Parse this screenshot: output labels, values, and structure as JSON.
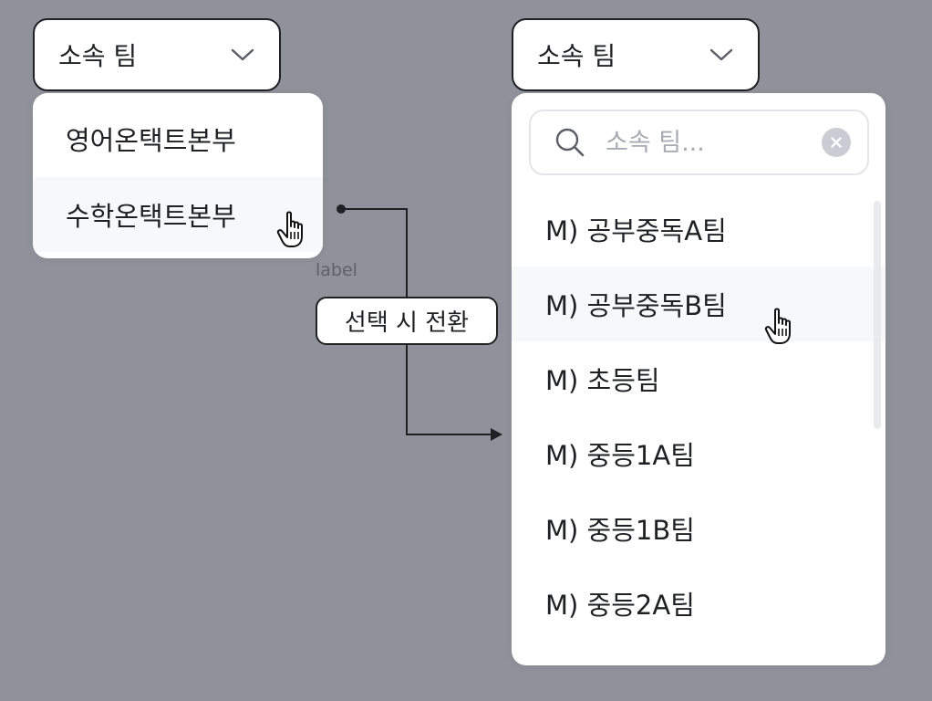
{
  "left_dropdown": {
    "select_label": "소속 팀",
    "options": [
      {
        "label": "영어온택트본부"
      },
      {
        "label": "수학온택트본부"
      }
    ]
  },
  "right_dropdown": {
    "select_label": "소속 팀",
    "search_placeholder": "소속 팀...",
    "options": [
      {
        "label": "M) 공부중독A팀"
      },
      {
        "label": "M) 공부중독B팀"
      },
      {
        "label": "M) 초등팀"
      },
      {
        "label": "M) 중등1A팀"
      },
      {
        "label": "M) 중등1B팀"
      },
      {
        "label": "M) 중등2A팀"
      }
    ]
  },
  "annotation": {
    "small_label": "label",
    "callout_text": "선택 시 전환"
  },
  "colors": {
    "background": "#8f929b",
    "surface": "#ffffff",
    "border": "#1f2024",
    "hover_row": "#f7f8fa",
    "placeholder": "#a9abb3"
  },
  "icons": {
    "dropdown": "chevron-down-icon",
    "search": "search-icon",
    "clear": "clear-icon",
    "cursor": "hand-pointer-icon",
    "connector_end": "arrow-right-icon"
  }
}
